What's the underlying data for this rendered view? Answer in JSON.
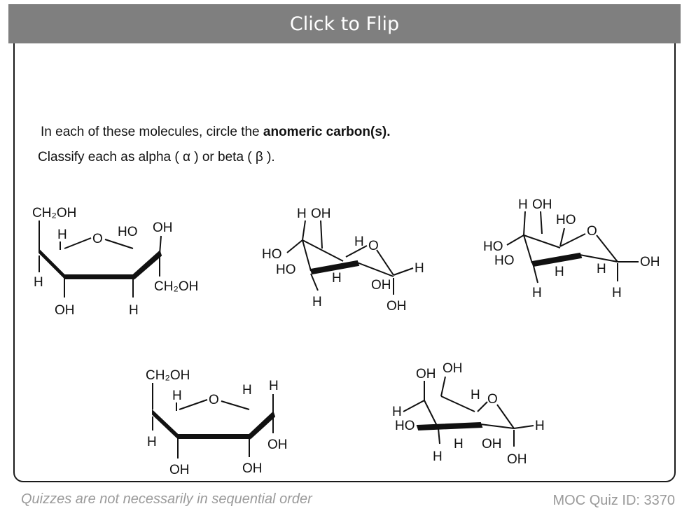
{
  "header": {
    "flip_label": "Click to Flip"
  },
  "question": {
    "line1_prefix": "In each of these molecules, circle the ",
    "line1_bold": "anomeric carbon(s).",
    "line2": "Classify each as alpha ( α )  or beta ( β )."
  },
  "footer": {
    "note": "Quizzes are not necessarily in sequential order",
    "quiz_id": "MOC Quiz ID: 3370"
  },
  "molecules": {
    "m1": {
      "ch2oh_top": "CH₂OH",
      "h_ring": "H",
      "o_ring": "O",
      "ho": "HO",
      "oh_top": "OH",
      "h_left": "H",
      "ch2oh_right": "CH₂OH",
      "oh_bottom": "OH",
      "h_bottom": "H"
    },
    "m2": {
      "h_top": "H",
      "oh_top": "OH",
      "ho_1": "HO",
      "ho_2": "HO",
      "h_ring": "H",
      "o_ring": "O",
      "h_mid": "H",
      "oh_mid": "OH",
      "h_right": "H",
      "h_bottom": "H",
      "oh_bottom": "OH"
    },
    "m3": {
      "h_top": "H",
      "oh_top": "OH",
      "ho_top": "HO",
      "o_ring": "O",
      "ho_1": "HO",
      "ho_2": "HO",
      "h_mid": "H",
      "h_mid2": "H",
      "oh_right": "OH",
      "h_bottom": "H",
      "h_bottom2": "H"
    },
    "m4": {
      "ch2oh_top": "CH₂OH",
      "h_ring": "H",
      "o_ring": "O",
      "h_top1": "H",
      "h_top2": "H",
      "h_left": "H",
      "oh_right": "OH",
      "oh_bottom1": "OH",
      "oh_bottom2": "OH"
    },
    "m5": {
      "oh_1": "OH",
      "oh_2": "OH",
      "h_ring": "H",
      "o_ring": "O",
      "h_left": "H",
      "ho_left": "HO",
      "h_right": "H",
      "h_mid": "H",
      "oh_mid": "OH",
      "h_bottom": "H",
      "oh_bottom": "OH"
    }
  }
}
